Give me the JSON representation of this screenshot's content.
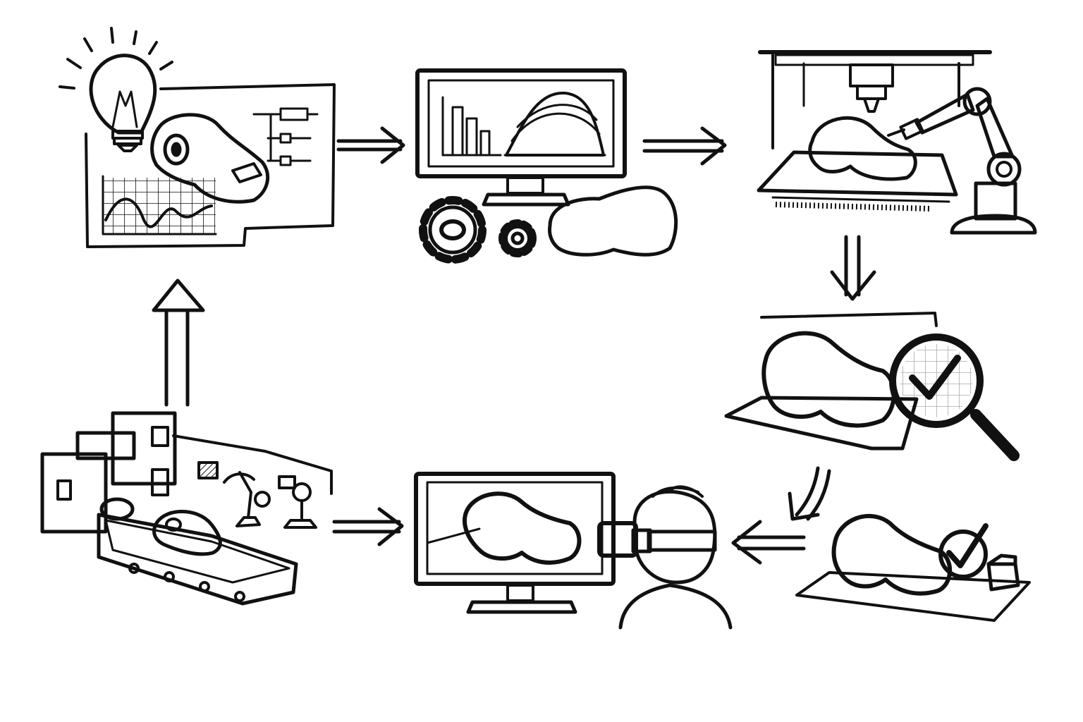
{
  "diagram": {
    "type": "cyclic-process",
    "palette": {
      "ink": "#111111",
      "paper": "#ffffff"
    },
    "stages": [
      {
        "id": "concept-design",
        "icons": [
          "lightbulb-icon",
          "cad-part-icon",
          "slider-controls-icon",
          "line-chart-icon"
        ]
      },
      {
        "id": "simulation-optimization",
        "icons": [
          "monitor-icon",
          "bar-chart-icon",
          "surface-plot-icon",
          "gear-icon",
          "mesh-model-icon"
        ]
      },
      {
        "id": "additive-manufacturing",
        "icons": [
          "print-head-icon",
          "build-plate-icon",
          "robot-arm-icon",
          "lattice-part-icon"
        ]
      },
      {
        "id": "inspection",
        "icons": [
          "lattice-part-icon",
          "magnifier-icon",
          "checkmark-icon"
        ]
      },
      {
        "id": "validation",
        "icons": [
          "lattice-part-icon",
          "check-badge-icon",
          "cube-icon"
        ]
      },
      {
        "id": "virtual-review",
        "icons": [
          "monitor-icon",
          "lattice-part-icon",
          "vr-headset-icon",
          "person-icon"
        ]
      },
      {
        "id": "production",
        "icons": [
          "factory-icon",
          "conveyor-icon",
          "robot-arm-icon",
          "part-icon"
        ]
      }
    ],
    "flow": [
      [
        "concept-design",
        "simulation-optimization"
      ],
      [
        "simulation-optimization",
        "additive-manufacturing"
      ],
      [
        "additive-manufacturing",
        "inspection"
      ],
      [
        "inspection",
        "validation"
      ],
      [
        "validation",
        "virtual-review"
      ],
      [
        "production",
        "virtual-review"
      ],
      [
        "production",
        "concept-design"
      ]
    ]
  }
}
